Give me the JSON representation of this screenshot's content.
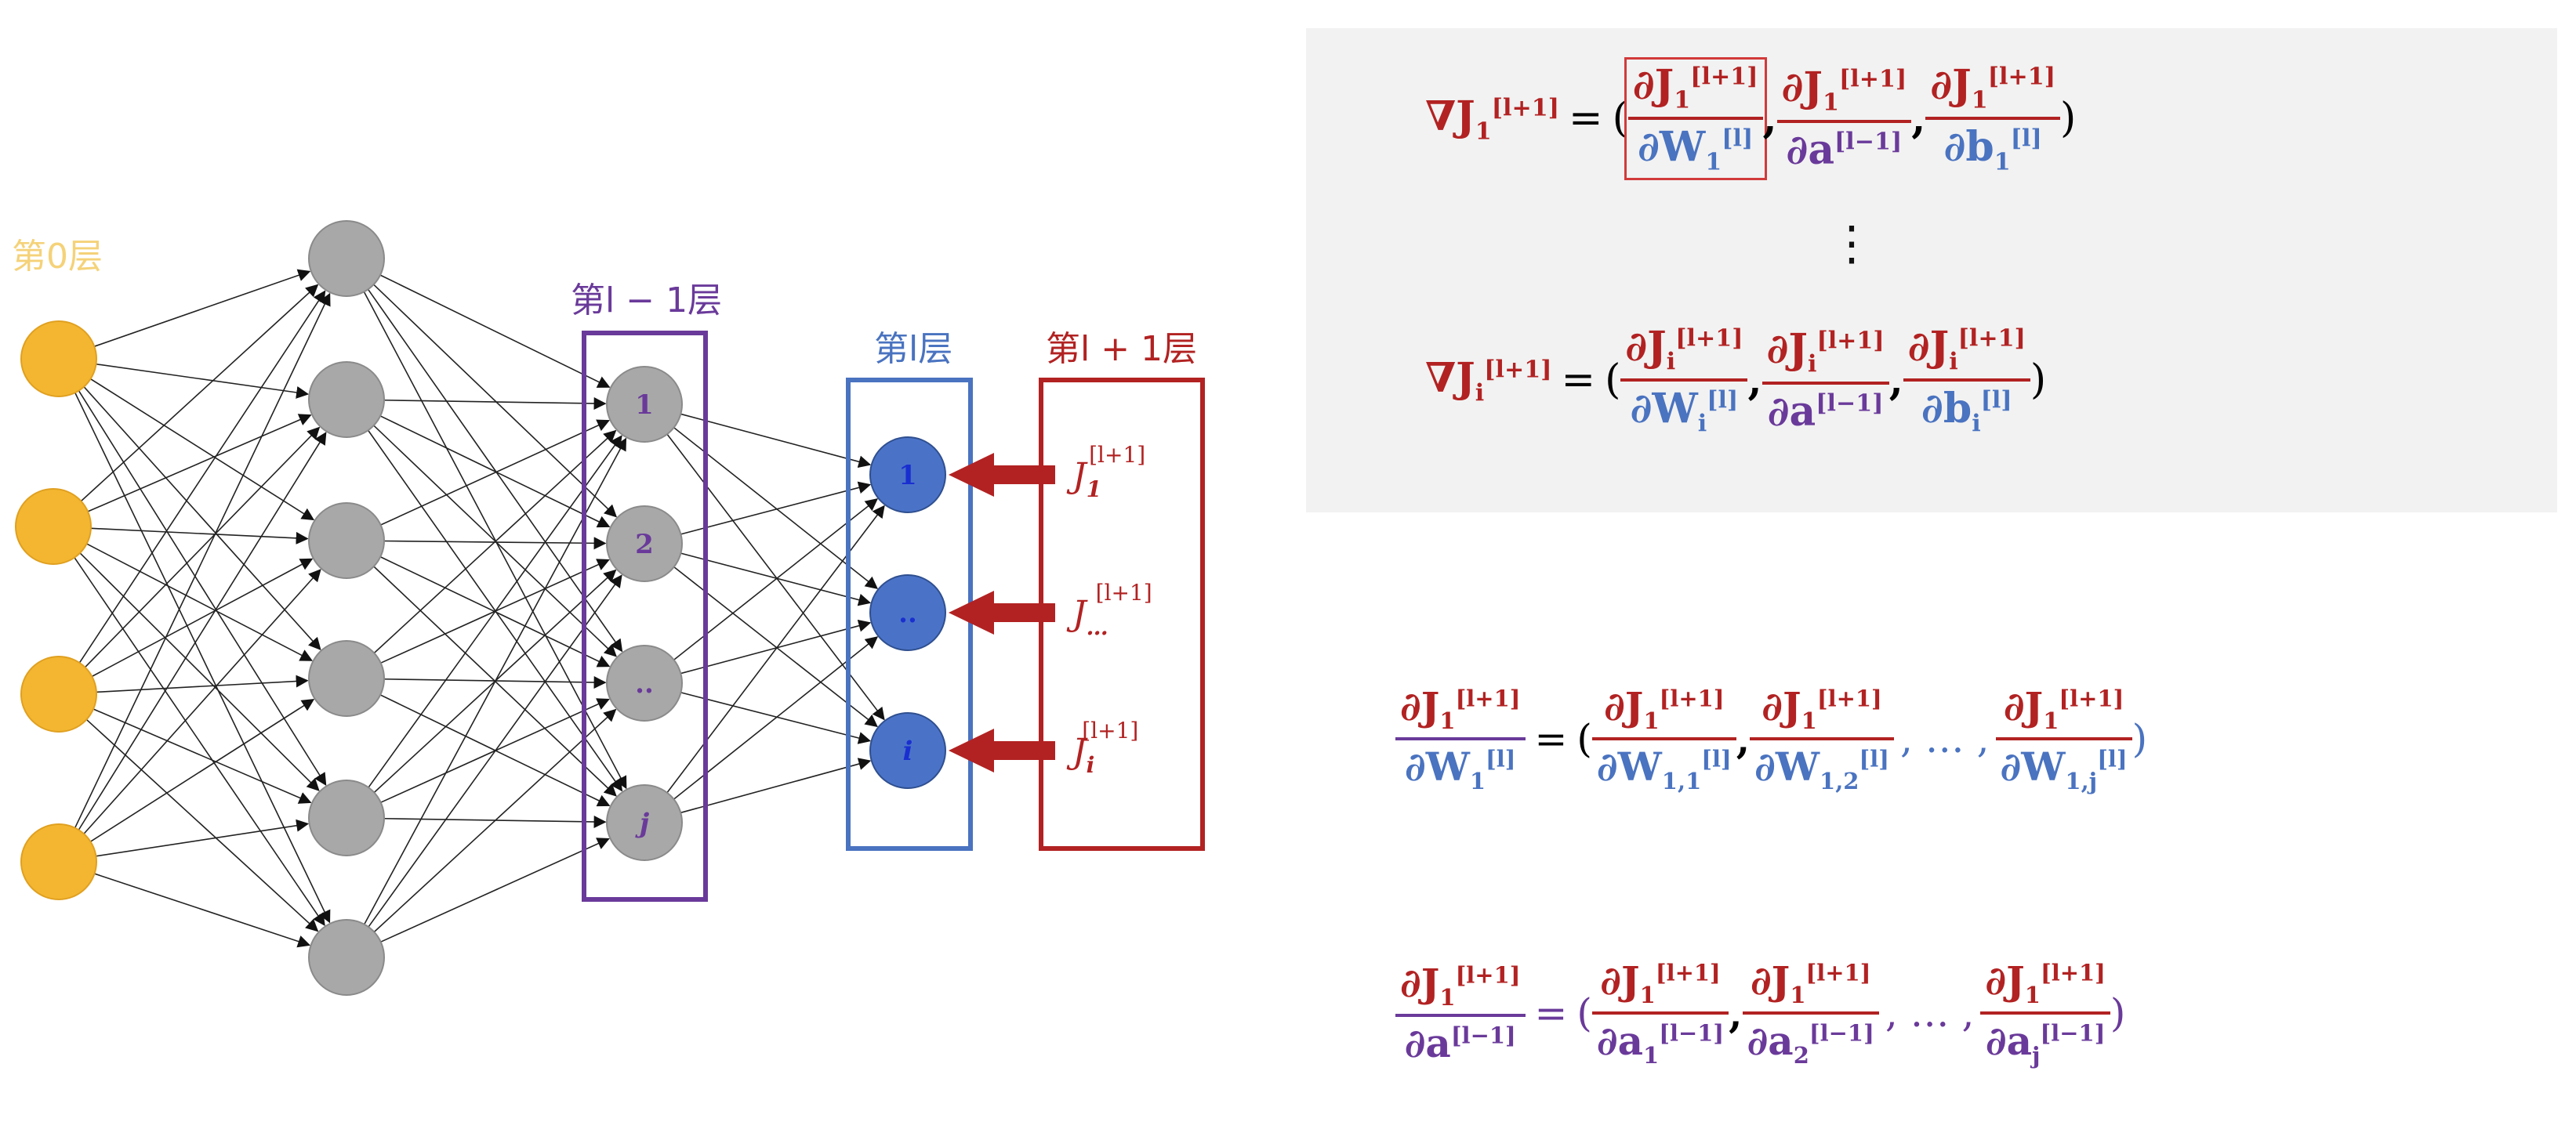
{
  "colors": {
    "input": "#f4b630",
    "input_label": "#f5d279",
    "hidden": "#a8a8a8",
    "layer_lm1": "#6a3a9a",
    "layer_l": "#4a73c0",
    "layer_lp1": "#b22222",
    "node_l": "#4a73c8",
    "red": "#b22222",
    "blue": "#4a73c0",
    "purple": "#6a3a9a"
  },
  "layer_labels": {
    "layer0": "第0层",
    "layer_lm1": "第l − 1层",
    "layer_l": "第l层",
    "layer_lp1": "第l + 1层"
  },
  "nodes_lm1": [
    "1",
    "2",
    "..",
    "j"
  ],
  "nodes_l": [
    "1",
    "..",
    "i"
  ],
  "J_labels": [
    {
      "base": "J",
      "sub": "1",
      "sup": "[l+1]"
    },
    {
      "base": "J",
      "sub": "…",
      "sup": "[l+1]"
    },
    {
      "base": "J",
      "sub": "i",
      "sup": "[l+1]"
    }
  ],
  "equations": {
    "grad1": {
      "lhs": "∇J",
      "lhs_sub": "1",
      "lhs_sup": "[l+1]"
    },
    "gradi": {
      "lhs": "∇J",
      "lhs_sub": "i",
      "lhs_sup": "[l+1]"
    },
    "eq_W": {
      "terms": [
        "1,1",
        "1,2",
        "1,j"
      ]
    },
    "eq_a": {
      "terms": [
        "1",
        "2",
        "j"
      ]
    },
    "vdots": "⋮",
    "ellipsis": "…",
    "equals": "=",
    "comma": ",",
    "lparen": "(",
    "rparen": ")"
  }
}
